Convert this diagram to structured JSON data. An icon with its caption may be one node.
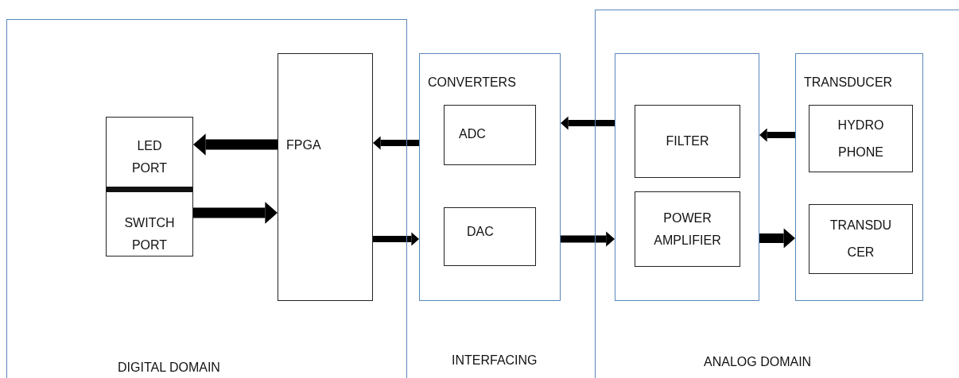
{
  "diagram": {
    "nodes": [
      {
        "text": [
          "DIGITAL DOMAIN"
        ]
      },
      {
        "text": [
          "LED PORT"
        ],
        "in": 0
      },
      {
        "text": [
          "SWITCH PORT"
        ],
        "in": 0
      },
      {
        "text": [
          "FPGA"
        ],
        "in": 0
      },
      {
        "text": [
          "CONVERTERS"
        ]
      },
      {
        "text": [
          "ADC"
        ],
        "in": 4
      },
      {
        "text": [
          "DAC"
        ],
        "in": 4
      },
      {
        "text": [
          "ANALOG DOMAIN"
        ]
      },
      {
        "text": [],
        "shape": "box",
        "in": 7
      },
      {
        "text": [
          "FILTER"
        ],
        "in": 8
      },
      {
        "text": [
          "POWER AMPLIFIER"
        ],
        "in": 8
      },
      {
        "text": [
          "TRANSDUCER"
        ],
        "in": 7
      },
      {
        "text": [
          "HYDRO PHONE"
        ],
        "in": 11
      },
      {
        "text": [
          "TRANSDU CER"
        ],
        "in": 11
      }
    ],
    "edges": [
      {
        "from": 3,
        "to": 1,
        "arrow": "to"
      },
      {
        "from": 2,
        "to": 3,
        "arrow": "to"
      },
      {
        "from": 4,
        "to": 3,
        "arrow": "to"
      },
      {
        "from": 3,
        "to": 4,
        "arrow": "to"
      },
      {
        "from": 8,
        "to": 4,
        "arrow": "to"
      },
      {
        "from": 4,
        "to": 8,
        "arrow": "to"
      },
      {
        "from": 11,
        "to": 8,
        "arrow": "to"
      },
      {
        "from": 8,
        "to": 11,
        "arrow": "to"
      }
    ],
    "labels": [
      "INTERFACING"
    ]
  }
}
